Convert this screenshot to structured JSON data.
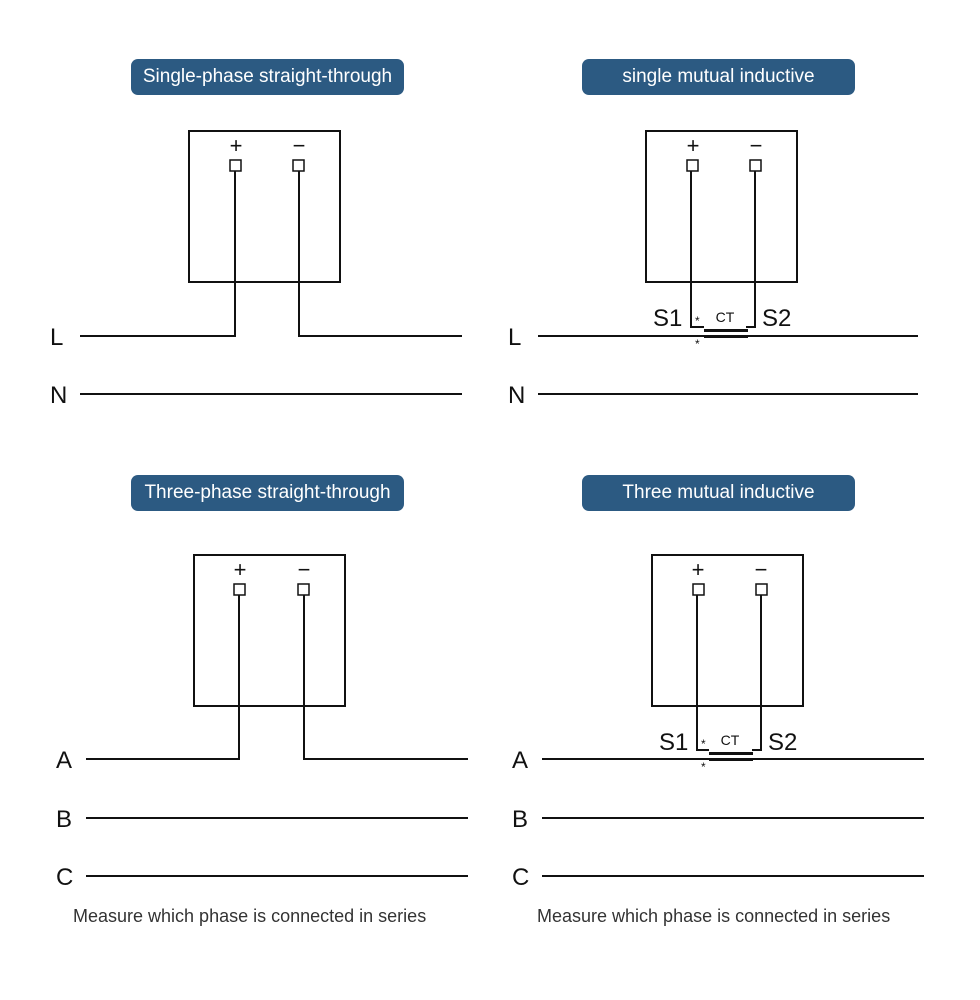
{
  "panels": {
    "single_straight": {
      "title": "Single-phase straight-through",
      "plus": "+",
      "minus": "−",
      "line_l": "L",
      "line_n": "N"
    },
    "single_mutual": {
      "title": "single mutual inductive",
      "plus": "+",
      "minus": "−",
      "s1": "S1",
      "s2": "S2",
      "ct": "CT",
      "line_l": "L",
      "line_n": "N"
    },
    "three_straight": {
      "title": "Three-phase straight-through",
      "plus": "+",
      "minus": "−",
      "line_a": "A",
      "line_b": "B",
      "line_c": "C",
      "caption": "Measure which phase is connected in series"
    },
    "three_mutual": {
      "title": "Three mutual inductive",
      "plus": "+",
      "minus": "−",
      "s1": "S1",
      "s2": "S2",
      "ct": "CT",
      "line_a": "A",
      "line_b": "B",
      "line_c": "C",
      "caption": "Measure which phase is connected in series"
    }
  },
  "colors": {
    "badge_bg": "#2c5a82",
    "line": "#111111"
  }
}
